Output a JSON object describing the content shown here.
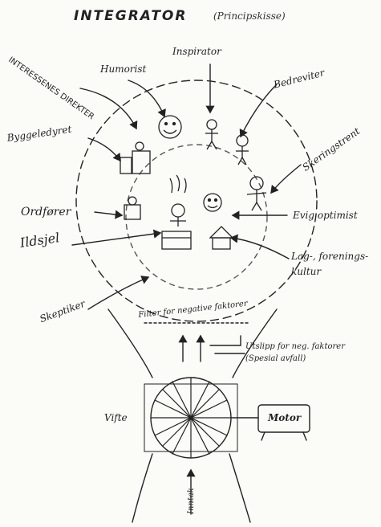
{
  "title": "INTEGRATOR",
  "subtitle": "(Principskisse)",
  "labels": {
    "interessenes_direkter": "INTERESSENES DIREKTER",
    "humorist": "Humorist",
    "inspirator": "Inspirator",
    "bedreviter": "Bedreviter",
    "byggeledyret": "Byggeledyret",
    "skeringsstrent": "Skeringstrent",
    "ordforer": "Ordfører",
    "ildsjel": "Ildsjel",
    "evig_optimist": "Evig optimist",
    "lag_foreningskultur": "Lag-, forenings-\nkultur",
    "skeptiker": "Skeptiker",
    "filter": "Filter for negative faktorer",
    "utslipp": "Utslipp for neg. faktorer\n(Spesial avfall)",
    "vifte": "Vifte",
    "motor": "Motor",
    "inntak": "Inntak"
  }
}
